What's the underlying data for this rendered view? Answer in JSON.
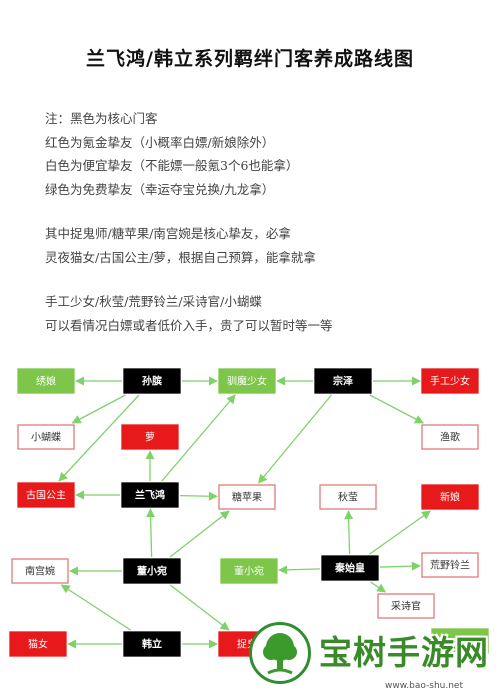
{
  "title": "兰飞鸿/韩立系列羁绊门客养成路线图",
  "notes": [
    "注：黑色为核心门客",
    "红色为氪金挚友（小概率白嫖/新娘除外）",
    "白色为便宜挚友（不能嫖一般氪3个6也能拿）",
    "绿色为免费挚友（幸运夺宝兑换/九龙拿）",
    "",
    "其中捉鬼师/糖苹果/南宫婉是核心挚友，必拿",
    "灵夜猫女/古国公主/萝，根据自己预算，能拿就拿",
    "",
    "手工少女/秋莹/荒野铃兰/采诗官/小蝴蝶",
    "可以看情况白嫖或者低价入手，贵了可以暂时等一等"
  ],
  "colors": {
    "black": "#000000",
    "red": "#e8191b",
    "green": "#7ec64a",
    "white_border": "#e07b7b",
    "edge": "#7fd16a"
  },
  "diagram": {
    "nodes": [
      {
        "id": "n_xiuniang",
        "label": "绣娘",
        "kind": "green"
      },
      {
        "id": "n_sunbin",
        "label": "孙膑",
        "kind": "black"
      },
      {
        "id": "n_xunmo",
        "label": "驯魔少女",
        "kind": "green"
      },
      {
        "id": "n_zongze",
        "label": "宗泽",
        "kind": "black"
      },
      {
        "id": "n_shougong",
        "label": "手工少女",
        "kind": "red"
      },
      {
        "id": "n_xiaohudie",
        "label": "小蝴蝶",
        "kind": "white"
      },
      {
        "id": "n_luo",
        "label": "萝",
        "kind": "red"
      },
      {
        "id": "n_yuge",
        "label": "渔歌",
        "kind": "white"
      },
      {
        "id": "n_guguo",
        "label": "古国公主",
        "kind": "red"
      },
      {
        "id": "n_lanfeihong",
        "label": "兰飞鸿",
        "kind": "black"
      },
      {
        "id": "n_tangpingguo",
        "label": "糖苹果",
        "kind": "white"
      },
      {
        "id": "n_qiuying",
        "label": "秋莹",
        "kind": "white"
      },
      {
        "id": "n_xinniang",
        "label": "新娘",
        "kind": "red"
      },
      {
        "id": "n_nangongwan",
        "label": "南宫婉",
        "kind": "white"
      },
      {
        "id": "n_dongxiaowan1",
        "label": "董小宛",
        "kind": "black"
      },
      {
        "id": "n_dongxiaowan2",
        "label": "董小宛",
        "kind": "green"
      },
      {
        "id": "n_qinshihuang",
        "label": "秦始皇",
        "kind": "black"
      },
      {
        "id": "n_huangye",
        "label": "荒野铃兰",
        "kind": "white"
      },
      {
        "id": "n_caishiguan",
        "label": "采诗官",
        "kind": "white"
      },
      {
        "id": "n_maonv",
        "label": "猫女",
        "kind": "red"
      },
      {
        "id": "n_hanli",
        "label": "韩立",
        "kind": "black"
      },
      {
        "id": "n_zhuogui",
        "label": "捉鬼",
        "kind": "red"
      },
      {
        "id": "n_partial_green",
        "label": "",
        "kind": "green"
      }
    ],
    "edges": [
      {
        "from": "n_sunbin",
        "to": "n_xiuniang"
      },
      {
        "from": "n_sunbin",
        "to": "n_xunmo"
      },
      {
        "from": "n_sunbin",
        "to": "n_xiaohudie"
      },
      {
        "from": "n_sunbin",
        "to": "n_guguo"
      },
      {
        "from": "n_zongze",
        "to": "n_xunmo"
      },
      {
        "from": "n_zongze",
        "to": "n_shougong"
      },
      {
        "from": "n_zongze",
        "to": "n_yuge"
      },
      {
        "from": "n_zongze",
        "to": "n_tangpingguo"
      },
      {
        "from": "n_lanfeihong",
        "to": "n_luo"
      },
      {
        "from": "n_lanfeihong",
        "to": "n_guguo"
      },
      {
        "from": "n_lanfeihong",
        "to": "n_xunmo"
      },
      {
        "from": "n_lanfeihong",
        "to": "n_tangpingguo"
      },
      {
        "from": "n_qinshihuang",
        "to": "n_qiuying"
      },
      {
        "from": "n_qinshihuang",
        "to": "n_xinniang"
      },
      {
        "from": "n_qinshihuang",
        "to": "n_dongxiaowan2"
      },
      {
        "from": "n_qinshihuang",
        "to": "n_huangye"
      },
      {
        "from": "n_qinshihuang",
        "to": "n_caishiguan"
      },
      {
        "from": "n_dongxiaowan1",
        "to": "n_nangongwan"
      },
      {
        "from": "n_dongxiaowan1",
        "to": "n_tangpingguo"
      },
      {
        "from": "n_dongxiaowan1",
        "to": "n_lanfeihong"
      },
      {
        "from": "n_dongxiaowan1",
        "to": "n_zhuogui"
      },
      {
        "from": "n_hanli",
        "to": "n_maonv"
      },
      {
        "from": "n_hanli",
        "to": "n_nangongwan"
      },
      {
        "from": "n_hanli",
        "to": "n_zhuogui"
      }
    ]
  },
  "watermark": {
    "text": "宝树手游网",
    "url": "www.bao-shu.net"
  }
}
